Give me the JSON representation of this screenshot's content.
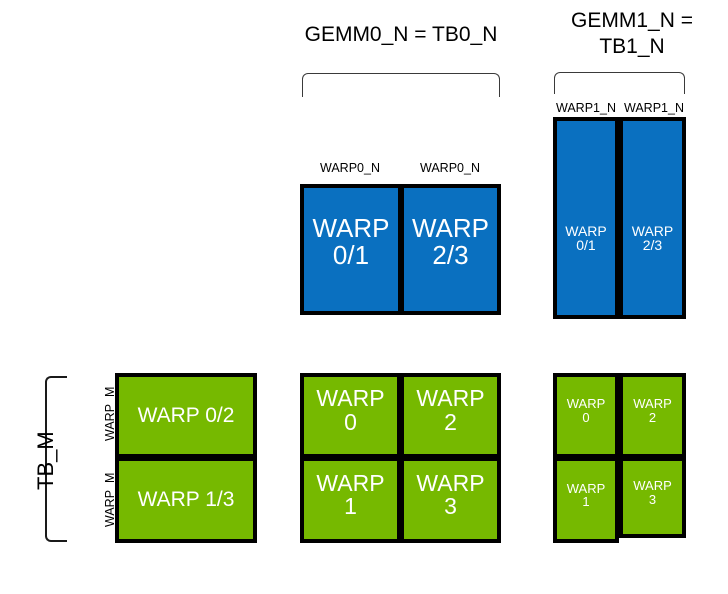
{
  "diagram": {
    "title_gemm0": "GEMM0_N = TB0_N",
    "title_gemm1_line1": "GEMM1_N =",
    "title_gemm1_line2": "TB1_N",
    "label_tb_m": "TB_M",
    "label_warp_m_top": "WARP_M",
    "label_warp_m_bottom": "WARP_M",
    "colors": {
      "blue": "#0A70C0",
      "green": "#76B900",
      "outline": "#000000",
      "bracket": "#3A3A3A",
      "text_on_fill": "#FFFFFF",
      "text_plain": "#000000",
      "background": "#FFFFFF"
    },
    "top_blue_group": {
      "col_labels": [
        "WARP0_N",
        "WARP0_N"
      ],
      "cells": [
        {
          "line1": "WARP",
          "line2": "0/1"
        },
        {
          "line1": "WARP",
          "line2": "2/3"
        }
      ]
    },
    "top_right_blue_group": {
      "col_labels": [
        "WARP1_N",
        "WARP1_N"
      ],
      "cells": [
        {
          "line1": "WARP",
          "line2": "0/1"
        },
        {
          "line1": "WARP",
          "line2": "2/3"
        }
      ]
    },
    "left_green_group": {
      "cells": [
        {
          "text": "WARP 0/2"
        },
        {
          "text": "WARP 1/3"
        }
      ]
    },
    "middle_green_group": {
      "cells": [
        {
          "line1": "WARP",
          "line2": "0"
        },
        {
          "line1": "WARP",
          "line2": "2"
        },
        {
          "line1": "WARP",
          "line2": "1"
        },
        {
          "line1": "WARP",
          "line2": "3"
        }
      ]
    },
    "right_green_group": {
      "cells": [
        {
          "line1": "WARP",
          "line2": "0"
        },
        {
          "line1": "WARP",
          "line2": "2"
        },
        {
          "line1": "WARP",
          "line2": "1"
        },
        {
          "line1": "WARP",
          "line2": "3"
        }
      ]
    }
  }
}
